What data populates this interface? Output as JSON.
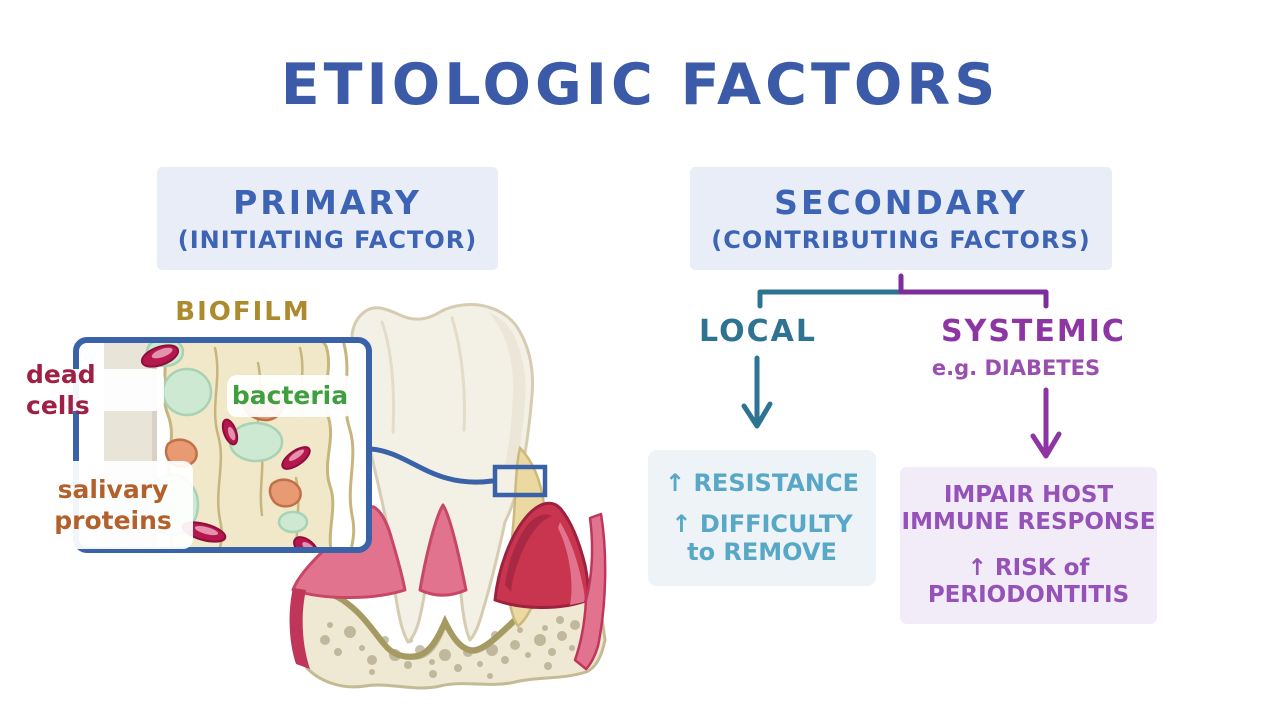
{
  "title": "ETIOLOGIC FACTORS",
  "primary": {
    "heading": "PRIMARY",
    "subheading": "(INITIATING FACTOR)",
    "biofilm_label": "BIOFILM",
    "inset": {
      "dead_cells": "dead cells",
      "bacteria": "bacteria",
      "salivary_proteins": {
        "line1": "salivary",
        "line2": "proteins"
      }
    }
  },
  "secondary": {
    "heading": "SECONDARY",
    "subheading": "(CONTRIBUTING FACTORS)",
    "local": {
      "label": "LOCAL",
      "effect1": "↑ RESISTANCE",
      "effect2_line1": "↑ DIFFICULTY",
      "effect2_line2": "to REMOVE"
    },
    "systemic": {
      "label": "SYSTEMIC",
      "example": "e.g. DIABETES",
      "effect1_line1": "IMPAIR HOST",
      "effect1_line2": "IMMUNE RESPONSE",
      "effect2_line1": "↑ RISK of",
      "effect2_line2": "PERIODONTITIS"
    }
  },
  "icons": {
    "local_arrow": "down-arrow",
    "systemic_arrow": "down-arrow",
    "increase_glyph": "↑"
  },
  "colors": {
    "title_blue": "#3b5aa8",
    "header_text_blue": "#3d63b5",
    "header_bg": "#e8edf8",
    "teal": "#2e7391",
    "teal_text_light": "#58a7c6",
    "teal_box_bg": "#edf3f6",
    "purple_branch": "#7d2d9c",
    "purple": "#8e35a4",
    "purple_text_light": "#9552b8",
    "purple_box_bg": "#f2ecf8",
    "biofilm_gold": "#ab8b2d",
    "dead_cells_red": "#9e2145",
    "bacteria_green": "#3f9e3f",
    "salivary_brown": "#b3612c",
    "inset_border_blue": "#3a62a8",
    "tooth_cream": "#f3f0e6",
    "gum_pink": "#e2738f",
    "gum_inflamed_red": "#c9344e",
    "plaque_yellow": "#ecd9a2",
    "bone_beige": "#efe8d2"
  }
}
